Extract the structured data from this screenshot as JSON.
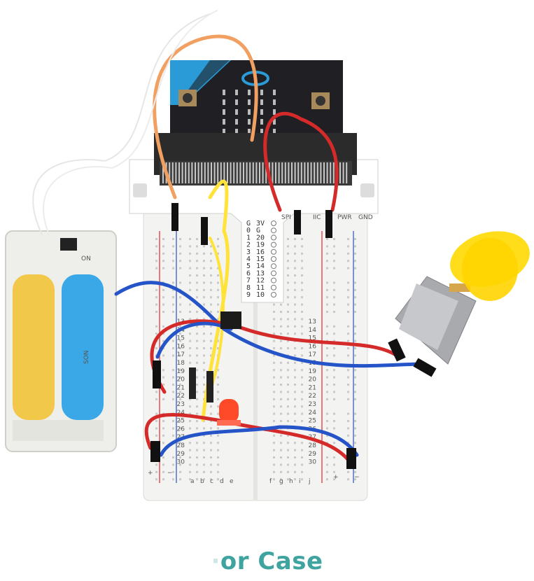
{
  "caption": {
    "visible_text": "or Case",
    "clipped_prefix": "·"
  },
  "breadboard": {
    "column_letters_left": [
      "a",
      "b",
      "c",
      "d",
      "e"
    ],
    "column_letters_right": [
      "f",
      "g",
      "h",
      "i",
      "j"
    ],
    "row_numbers": [
      "13",
      "14",
      "15",
      "16",
      "17",
      "18",
      "19",
      "20",
      "21",
      "22",
      "23",
      "24",
      "25",
      "26",
      "27",
      "28",
      "29",
      "30"
    ],
    "rail_plus": "+",
    "rail_minus": "−"
  },
  "breakout_board": {
    "labels": [
      "SPI",
      "IIC",
      "PWR",
      "GND"
    ],
    "pins": [
      "G",
      "0",
      "1",
      "2",
      "3",
      "4",
      "5",
      "6",
      "7",
      "8",
      "9"
    ],
    "pins_right": [
      "3V",
      "G",
      "20",
      "19",
      "16",
      "15",
      "14",
      "13",
      "12",
      "11",
      "10"
    ]
  },
  "battery_box": {
    "switch_label": "ON",
    "battery_label": "SON"
  },
  "colors": {
    "caption": "#3fa3a0",
    "red_wire": "#d42a2a",
    "blue_wire": "#2454c8",
    "yellow_wire": "#ffe23a",
    "orange_wire": "#f2a061",
    "microbit": "#1f1f24",
    "microbit_accent": "#2a9bd6",
    "fan": "#ffdd1a"
  },
  "icons": [
    "led-icon",
    "motor-icon",
    "fan-blade-icon",
    "battery-icon",
    "transistor-icon",
    "diode-icon"
  ]
}
